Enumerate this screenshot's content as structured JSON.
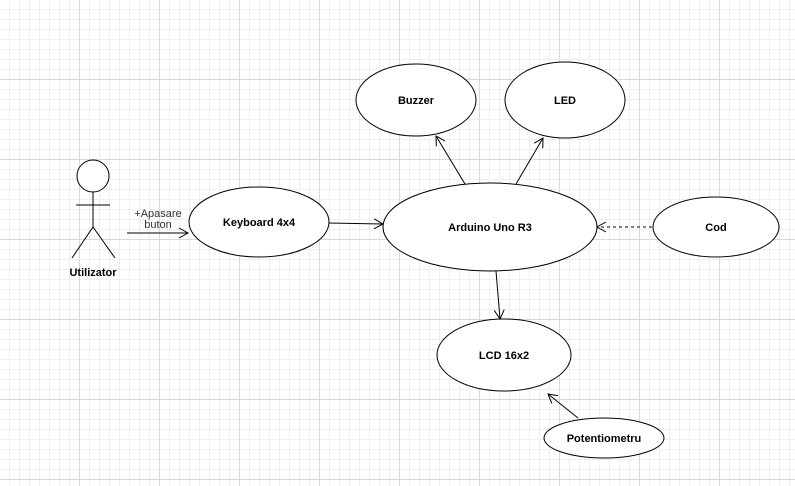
{
  "actor": {
    "label": "Utilizator"
  },
  "nodes": {
    "keyboard": "Keyboard 4x4",
    "arduino": "Arduino Uno R3",
    "buzzer": "Buzzer",
    "led": "LED",
    "cod": "Cod",
    "lcd": "LCD 16x2",
    "potentiometru": "Potentiometru"
  },
  "edges": {
    "press": {
      "line1": "+Apasare",
      "line2": "buton"
    }
  },
  "colors": {
    "stroke": "#000000",
    "fill": "#ffffff",
    "grid": "#d9d9d9"
  }
}
